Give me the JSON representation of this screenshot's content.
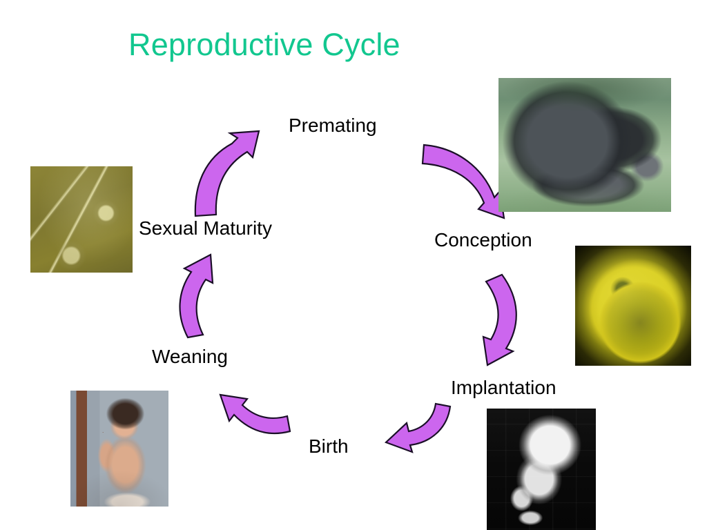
{
  "slide": {
    "title": "Reproductive Cycle",
    "title_color": "#12c78f",
    "background_color": "#ffffff",
    "label_color": "#000000",
    "arrow_fill_color": "#cc66ee",
    "arrow_outline_color": "#1b0f28"
  },
  "cycle": {
    "direction": "clockwise",
    "stages": [
      {
        "id": "premating",
        "label": "Premating",
        "position": "top-center",
        "image_name": "mating-tortoises-photo",
        "image_caption": "Two tortoises mating on grass"
      },
      {
        "id": "conception",
        "label": "Conception",
        "position": "right-upper",
        "image_name": "fertilized-ovum-photo",
        "image_caption": "Yellow-stained fertilized egg cell"
      },
      {
        "id": "implantation",
        "label": "Implantation",
        "position": "right-lower",
        "image_name": "embryo-photo",
        "image_caption": "Grayscale image of a curled embryo"
      },
      {
        "id": "birth",
        "label": "Birth",
        "position": "bottom-center",
        "image_name": "",
        "image_caption": ""
      },
      {
        "id": "weaning",
        "label": "Weaning",
        "position": "left-lower",
        "image_name": "toddler-photo",
        "image_caption": "Smiling toddler standing beside a wooden railing"
      },
      {
        "id": "sexual-maturity",
        "label": "Sexual Maturity",
        "position": "left-upper",
        "image_name": "sperm-cells-photo",
        "image_caption": "Two sperm cells on an olive background"
      }
    ],
    "arrows": [
      {
        "id": "arrow-maturity-to-premating",
        "from": "sexual-maturity",
        "to": "premating"
      },
      {
        "id": "arrow-premating-to-conception",
        "from": "premating",
        "to": "conception"
      },
      {
        "id": "arrow-conception-to-implantation",
        "from": "conception",
        "to": "implantation"
      },
      {
        "id": "arrow-implantation-to-birth",
        "from": "implantation",
        "to": "birth"
      },
      {
        "id": "arrow-birth-to-weaning",
        "from": "birth",
        "to": "weaning"
      },
      {
        "id": "arrow-weaning-to-maturity",
        "from": "weaning",
        "to": "sexual-maturity"
      }
    ]
  }
}
